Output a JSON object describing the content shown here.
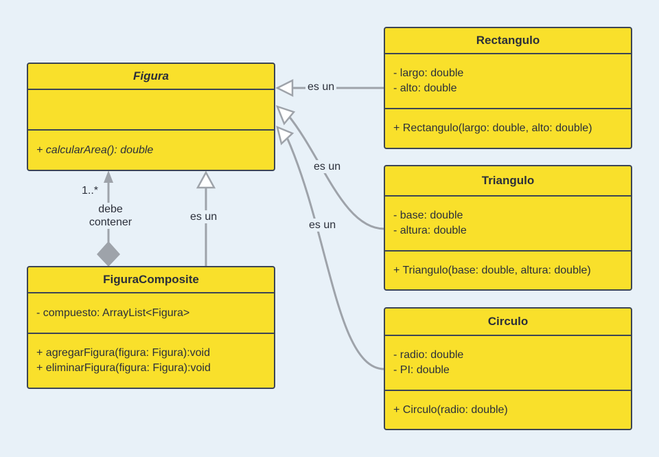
{
  "classes": {
    "figura": {
      "name": "Figura",
      "attributes": [],
      "methods": [
        "+ calcularArea(): double"
      ]
    },
    "figuraComposite": {
      "name": "FiguraComposite",
      "attributes": [
        "- compuesto: ArrayList<Figura>"
      ],
      "methods": [
        "+ agregarFigura(figura: Figura):void",
        "+ eliminarFigura(figura: Figura):void"
      ]
    },
    "rectangulo": {
      "name": "Rectangulo",
      "attributes": [
        "- largo: double",
        "- alto: double"
      ],
      "methods": [
        "+ Rectangulo(largo: double, alto: double)"
      ]
    },
    "triangulo": {
      "name": "Triangulo",
      "attributes": [
        "- base: double",
        "- altura: double"
      ],
      "methods": [
        "+ Triangulo(base: double, altura: double)"
      ]
    },
    "circulo": {
      "name": "Circulo",
      "attributes": [
        "- radio: double",
        "- PI: double"
      ],
      "methods": [
        "+ Circulo(radio: double)"
      ]
    }
  },
  "relations": {
    "rect_label": "es un",
    "tri_label": "es un",
    "circ_label": "es un",
    "composite_label": "es un",
    "aggregation_label_line1": "debe",
    "aggregation_label_line2": "contener",
    "multiplicity": "1..*"
  },
  "colors": {
    "background": "#e8f1f8",
    "class_fill": "#f9e02b",
    "class_border": "#3c4554",
    "connector": "#9ea3aa"
  }
}
